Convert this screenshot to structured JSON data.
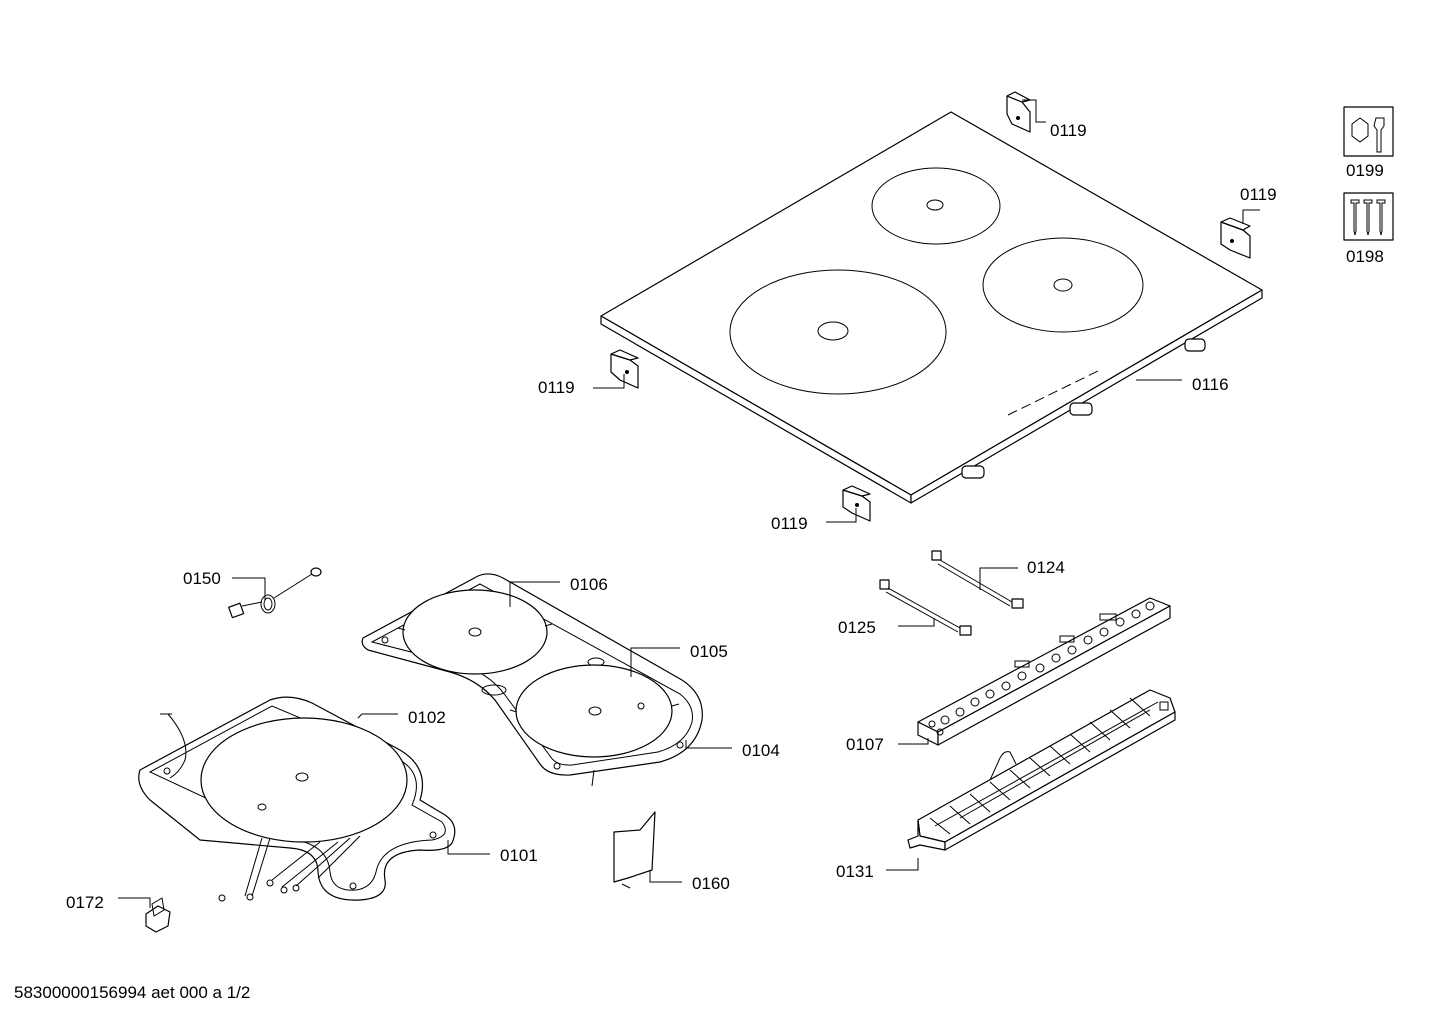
{
  "callouts": {
    "c0119_top": "0119",
    "c0119_right": "0119",
    "c0119_left": "0119",
    "c0119_bottom": "0119",
    "c0116": "0116",
    "c0199": "0199",
    "c0198": "0198",
    "c0150": "0150",
    "c0106": "0106",
    "c0105": "0105",
    "c0104": "0104",
    "c0102": "0102",
    "c0101": "0101",
    "c0172": "0172",
    "c0160": "0160",
    "c0124": "0124",
    "c0125": "0125",
    "c0107": "0107",
    "c0131": "0131"
  },
  "footer": {
    "doc_id": "58300000156994 aet 000 a 1/2"
  },
  "icons": {
    "service_kit": "tool-kit-icon",
    "screw_set": "screw-set-icon"
  }
}
